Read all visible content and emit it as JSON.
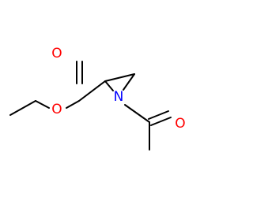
{
  "molecule": {
    "atoms": {
      "carbonyl_oxygen": {
        "symbol": "O",
        "color": "#ff0000"
      },
      "ester_oxygen": {
        "symbol": "O",
        "color": "#ff0000"
      },
      "ring_nitrogen": {
        "symbol": "N",
        "color": "#0000ff"
      },
      "acetyl_oxygen": {
        "symbol": "O",
        "color": "#ff0000"
      }
    },
    "bond_color": "#000000"
  }
}
